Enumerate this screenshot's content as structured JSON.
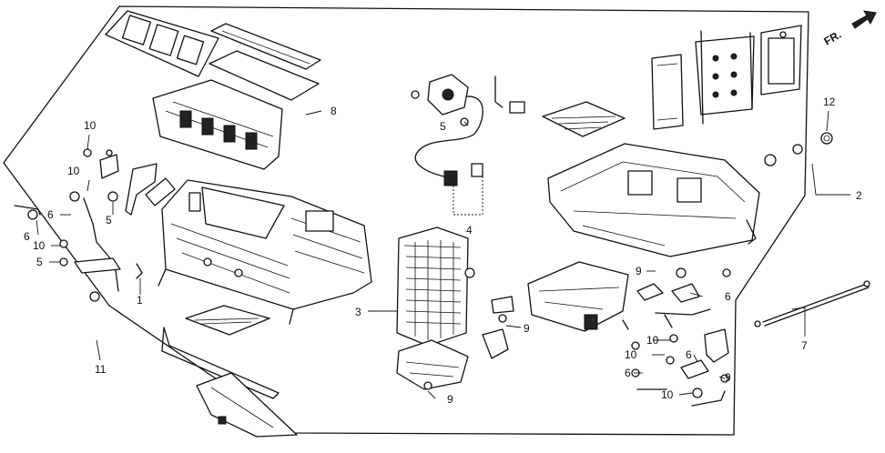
{
  "orientation": {
    "label": "FR."
  },
  "callouts": {
    "c1": "1",
    "c2": "2",
    "c3": "3",
    "c4": "4",
    "c5a": "5",
    "c5b": "5",
    "c5c": "5",
    "c6a": "6",
    "c6b": "6",
    "c6c": "6",
    "c6d": "6",
    "c6e": "6",
    "c7": "7",
    "c8": "8",
    "c9a": "9",
    "c9b": "9",
    "c9c": "9",
    "c9d": "9",
    "c10a": "10",
    "c10b": "10",
    "c10c": "10",
    "c10d": "10",
    "c10e": "10",
    "c10f": "10",
    "c11": "11",
    "c12": "12"
  },
  "colors": {
    "line": "#111111",
    "background": "#ffffff"
  }
}
